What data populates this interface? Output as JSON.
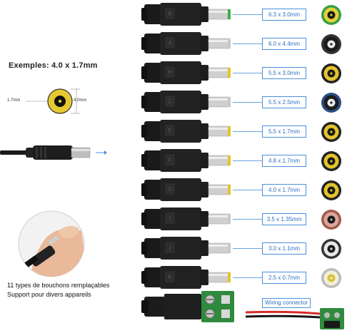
{
  "example": {
    "title": "Exemples: 4.0 x 1.7mm",
    "inner_dim": "1.7mm",
    "outer_dim": "4.0mm"
  },
  "caption": {
    "line1": "11 types de bouchons remplaçables",
    "line2": "Support pour divers appareils"
  },
  "tips": [
    {
      "size": "6.3 x 3.0mm",
      "letter": "B",
      "pin": "#36b24a",
      "face": "#e3d23a",
      "hole": "#1a1a1a",
      "ring": "#3a9d43"
    },
    {
      "size": "6.0 x 4.4mm",
      "letter": "A",
      "pin": "#c9c9c9",
      "face": "#1c1c1c",
      "hole": "#e8e8e8",
      "ring": "#333"
    },
    {
      "size": "5.5 x 3.0mm",
      "letter": "H",
      "pin": "#e3c52c",
      "face": "#e3c52c",
      "hole": "#1a1a1a",
      "ring": "#222"
    },
    {
      "size": "5.5 x 2.5mm",
      "letter": "C",
      "pin": "#c9c9c9",
      "face": "#1c1c1c",
      "hole": "#e8e8e8",
      "ring": "#2a4f8a"
    },
    {
      "size": "5.5 x 1.7mm",
      "letter": "E",
      "pin": "#e3c52c",
      "face": "#e3c52c",
      "hole": "#1a1a1a",
      "ring": "#222"
    },
    {
      "size": "4.8 x 1.7mm",
      "letter": "F",
      "pin": "#e3c52c",
      "face": "#e3c52c",
      "hole": "#1a1a1a",
      "ring": "#222"
    },
    {
      "size": "4.0 x 1.7mm",
      "letter": "G",
      "pin": "#e3c52c",
      "face": "#e3c52c",
      "hole": "#1a1a1a",
      "ring": "#222"
    },
    {
      "size": "3.5 x 1.35mm",
      "letter": "I",
      "pin": "#c9c9c9",
      "face": "#d9a79e",
      "hole": "#1a1a1a",
      "ring": "#a05a4a"
    },
    {
      "size": "3.0 x 1.1mm",
      "letter": "J",
      "pin": "#c9c9c9",
      "face": "#e8e8e8",
      "hole": "#1a1a1a",
      "ring": "#333"
    },
    {
      "size": "2.5 x 0.7mm",
      "letter": "K",
      "pin": "#e3c52c",
      "face": "#f3f0d8",
      "hole": "#d8c23a",
      "ring": "#bbb"
    }
  ],
  "wiring": {
    "label": "Wiring connector",
    "terminal_color": "#2f8a3e"
  }
}
